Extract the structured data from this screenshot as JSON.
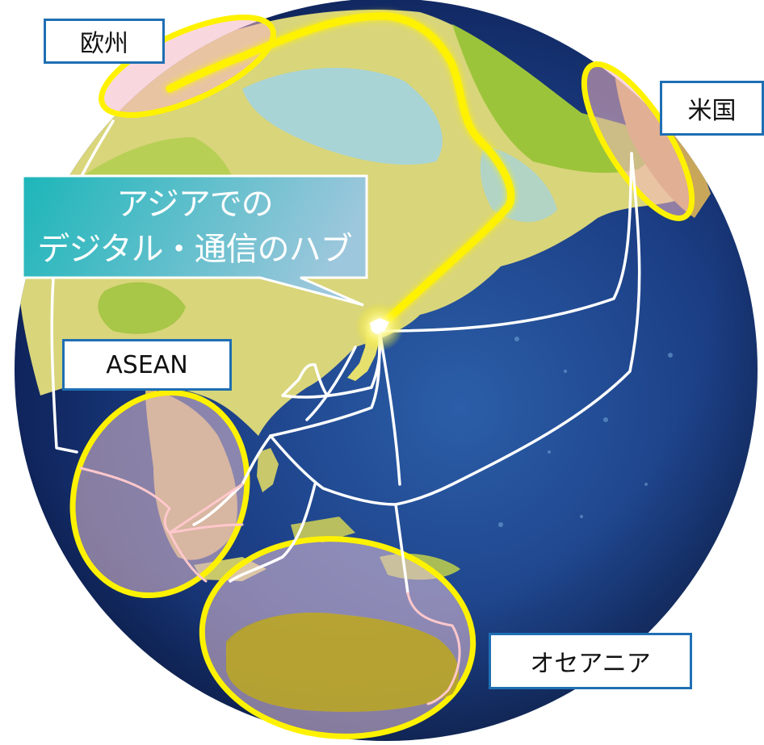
{
  "regions": {
    "europe": "欧州",
    "usa": "米国",
    "asean": "ASEAN",
    "oceania": "オセアニア"
  },
  "callout": {
    "line1": "アジアでの",
    "line2": "デジタル・通信のハブ"
  },
  "colors": {
    "highlight_ring": "#fff200",
    "cable_line": "#ffffff",
    "cable_line_asean": "#ffc8cc",
    "region_fill": "#f4b6c2",
    "label_border": "#1f6fb3",
    "callout_gradient_start": "#1cb6b9",
    "callout_gradient_end": "#9cc7dc"
  },
  "icons": {
    "globe": "earth-globe-icon",
    "hub": "japan-hub-icon"
  }
}
